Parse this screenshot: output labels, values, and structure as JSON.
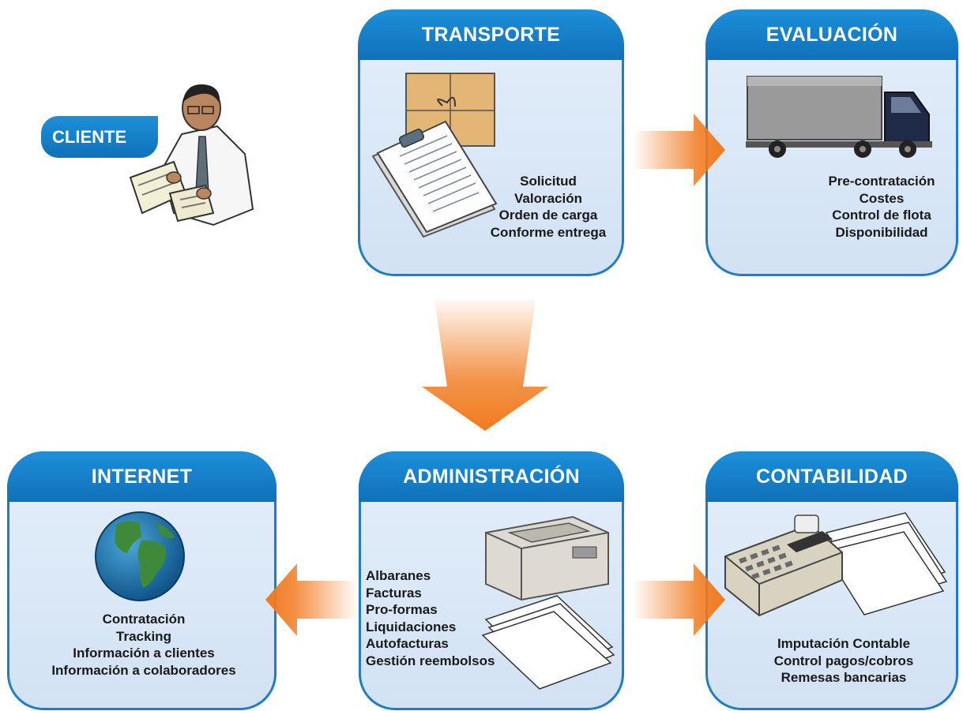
{
  "cliente": {
    "label": "CLIENTE"
  },
  "transporte": {
    "title": "TRANSPORTE",
    "items": [
      "Solicitud",
      "Valoración",
      "Orden de carga",
      "Conforme entrega"
    ]
  },
  "evaluacion": {
    "title": "EVALUACIÓN",
    "items": [
      "Pre-contratación",
      "Costes",
      "Control de flota",
      "Disponibilidad"
    ]
  },
  "internet": {
    "title": "INTERNET",
    "items": [
      "Contratación",
      "Tracking",
      "Información a clientes",
      "Información a colaboradores"
    ]
  },
  "administracion": {
    "title": "ADMINISTRACIÓN",
    "items": [
      "Albaranes",
      "Facturas",
      "Pro-formas",
      "Liquidaciones",
      "Autofacturas",
      "Gestión reembolsos"
    ]
  },
  "contabilidad": {
    "title": "CONTABILIDAD",
    "items": [
      "Imputación Contable",
      "Control pagos/cobros",
      "Remesas bancarias"
    ]
  },
  "colors": {
    "panel_border": "#1f7dc4",
    "tab": "#1280c9",
    "arrow": "#f07a1e",
    "panel_fill": "#dde9f7"
  },
  "icons": [
    "businessman-reading-icon",
    "package-clipboard-icon",
    "truck-icon",
    "globe-icon",
    "printer-icon",
    "calculator-icon"
  ]
}
